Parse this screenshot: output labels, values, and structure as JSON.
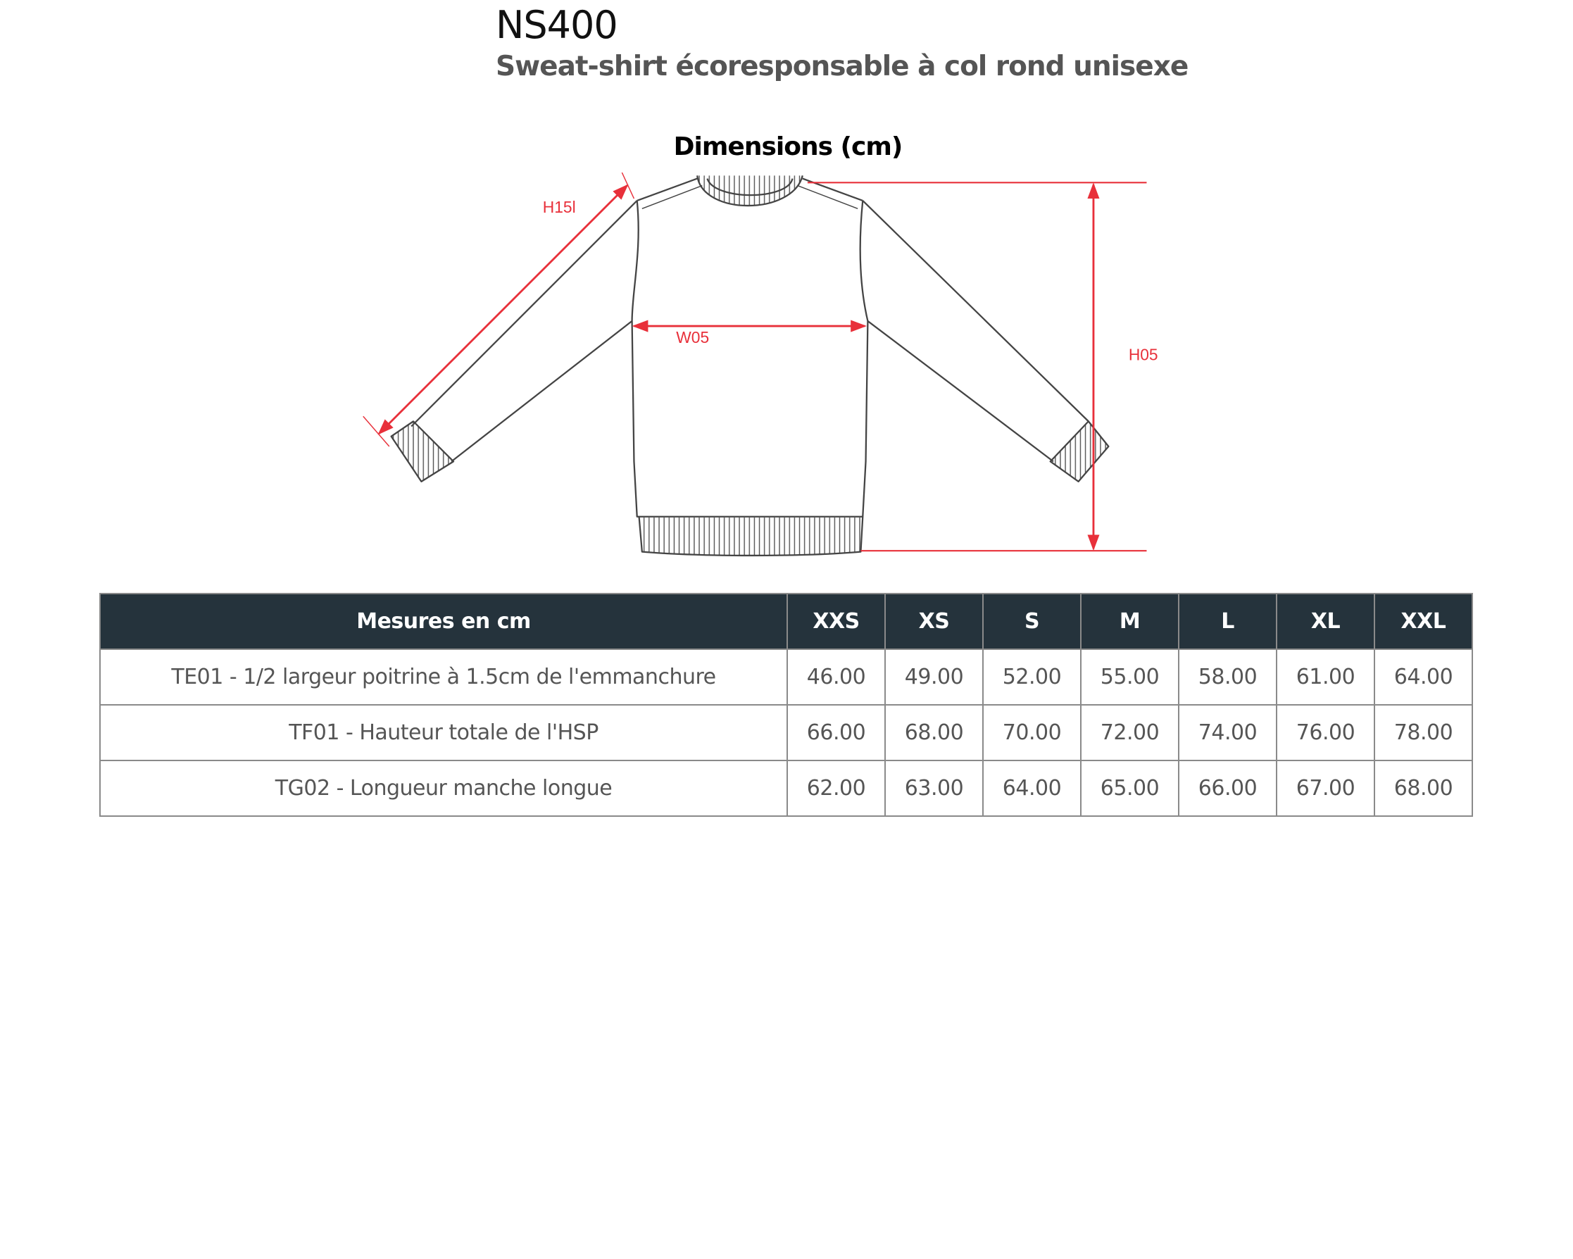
{
  "header": {
    "title": "NS400",
    "subtitle": "Sweat-shirt écoresponsable à col rond unisexe"
  },
  "diagram": {
    "title": "Dimensions (cm)",
    "labels": {
      "sleeve": "H15l",
      "chest": "W05",
      "height": "H05"
    },
    "measure_color": "#e8303a"
  },
  "table": {
    "header_color": "#25333c",
    "corner": "Mesures en cm",
    "sizes": [
      "XXS",
      "XS",
      "S",
      "M",
      "L",
      "XL",
      "XXL"
    ],
    "rows": [
      {
        "label": "TE01 - 1/2 largeur poitrine à 1.5cm de l'emmanchure",
        "values": [
          "46.00",
          "49.00",
          "52.00",
          "55.00",
          "58.00",
          "61.00",
          "64.00"
        ]
      },
      {
        "label": "TF01 - Hauteur totale de l'HSP",
        "values": [
          "66.00",
          "68.00",
          "70.00",
          "72.00",
          "74.00",
          "76.00",
          "78.00"
        ]
      },
      {
        "label": "TG02 - Longueur manche longue",
        "values": [
          "62.00",
          "63.00",
          "64.00",
          "65.00",
          "66.00",
          "67.00",
          "68.00"
        ]
      }
    ]
  }
}
